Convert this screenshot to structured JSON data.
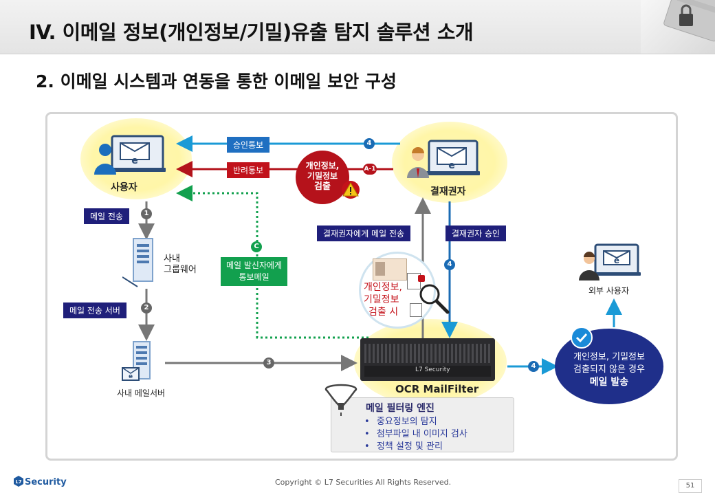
{
  "header": {
    "title": "IV. 이메일 정보(개인정보/기밀)유출 탐지 솔루션 소개",
    "subtitle": "2. 이메일 시스템과 연동을 통한 이메일 보안 구성"
  },
  "nodes": {
    "user": "사용자",
    "approver": "결재권자",
    "groupware": [
      "사내",
      "그룹웨어"
    ],
    "mail_server": "사내 메일서버",
    "ocr": "OCR MailFilter",
    "external_user": "외부 사용자",
    "ocr_box_text": "L7 Security"
  },
  "badges": {
    "detect_red": [
      "개인정보,",
      "기밀정보",
      "검출"
    ],
    "detect_circle": [
      "개인정보,",
      "기밀정보",
      "검출 시"
    ],
    "external_send": [
      "개인정보, 기밀정보",
      "검출되지 않은 경우"
    ],
    "external_send_bold": "메일 발송"
  },
  "labels": {
    "approve_notice": "승인통보",
    "reject_notice": "반려통보",
    "mail_send": "메일 전송",
    "mail_send_server": "메일 전송 서버",
    "send_to_approver": "결재권자에게 메일 전송",
    "approver_approve": "결재권자 승인",
    "notify_sender": [
      "메일 발신자에게",
      "통보메일"
    ]
  },
  "steps": {
    "s1": "1",
    "s2": "2",
    "s3": "3",
    "s4": "4",
    "a1": "A-1",
    "c": "C"
  },
  "filter": {
    "title": "메일 필터링 엔진",
    "items": [
      "중요정보의 탐지",
      "첨부파일 내 이미지 검사",
      "정책 설정 및 관리"
    ]
  },
  "footer": {
    "copyright": "Copyright © L7 Securities All Rights Reserved.",
    "page": "51",
    "logo": "Security",
    "logo_mark": "L7"
  },
  "colors": {
    "navy": "#1f1f7a",
    "blue": "#1f6fc1",
    "red": "#c1121b",
    "green": "#12a04e",
    "glow": "#fff6a8"
  }
}
